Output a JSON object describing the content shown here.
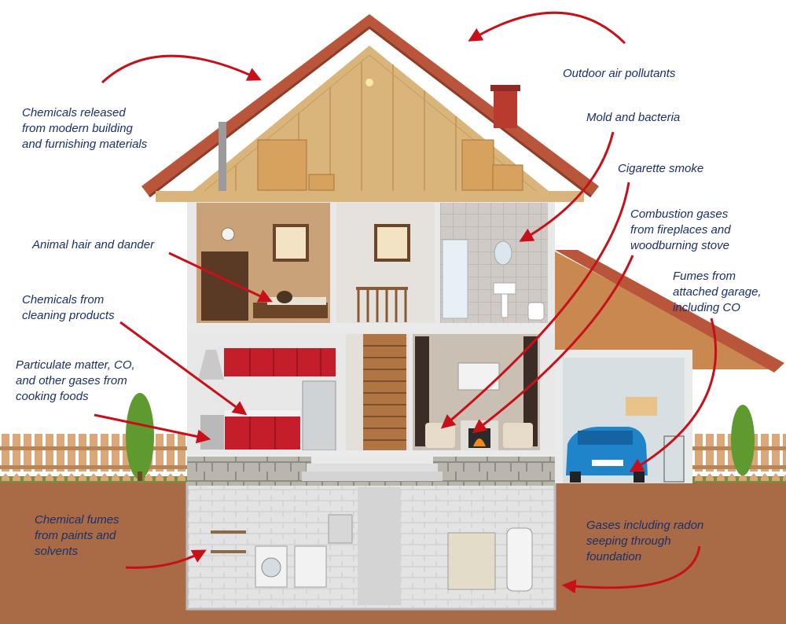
{
  "labels": {
    "outdoor_air": "Outdoor air pollutants",
    "mold": "Mold and bacteria",
    "cigarette": "Cigarette smoke",
    "combustion": "Combustion gases\nfrom fireplaces and\nwoodburning stove",
    "fumes_garage": "Fumes from\nattached garage,\nincluding CO",
    "chemicals_building": "Chemicals released\nfrom modern building\nand furnishing materials",
    "animal": "Animal hair and dander",
    "cleaning": "Chemicals from\ncleaning products",
    "particulate": "Particulate matter, CO,\nand other gases from\ncooking foods",
    "paint": "Chemical fumes\nfrom paints and\nsolvents",
    "radon": "Gases including radon\nseeping through\nfoundation"
  },
  "colors": {
    "label_text": "#1b2f6b",
    "arrow": "#c8101a",
    "roof": "#b8553a",
    "attic_wood": "#d9b57c",
    "ground": "#a86b45",
    "sky": "#ffffff",
    "kitchen_red": "#c41e2a",
    "car_blue": "#1f84c9"
  }
}
